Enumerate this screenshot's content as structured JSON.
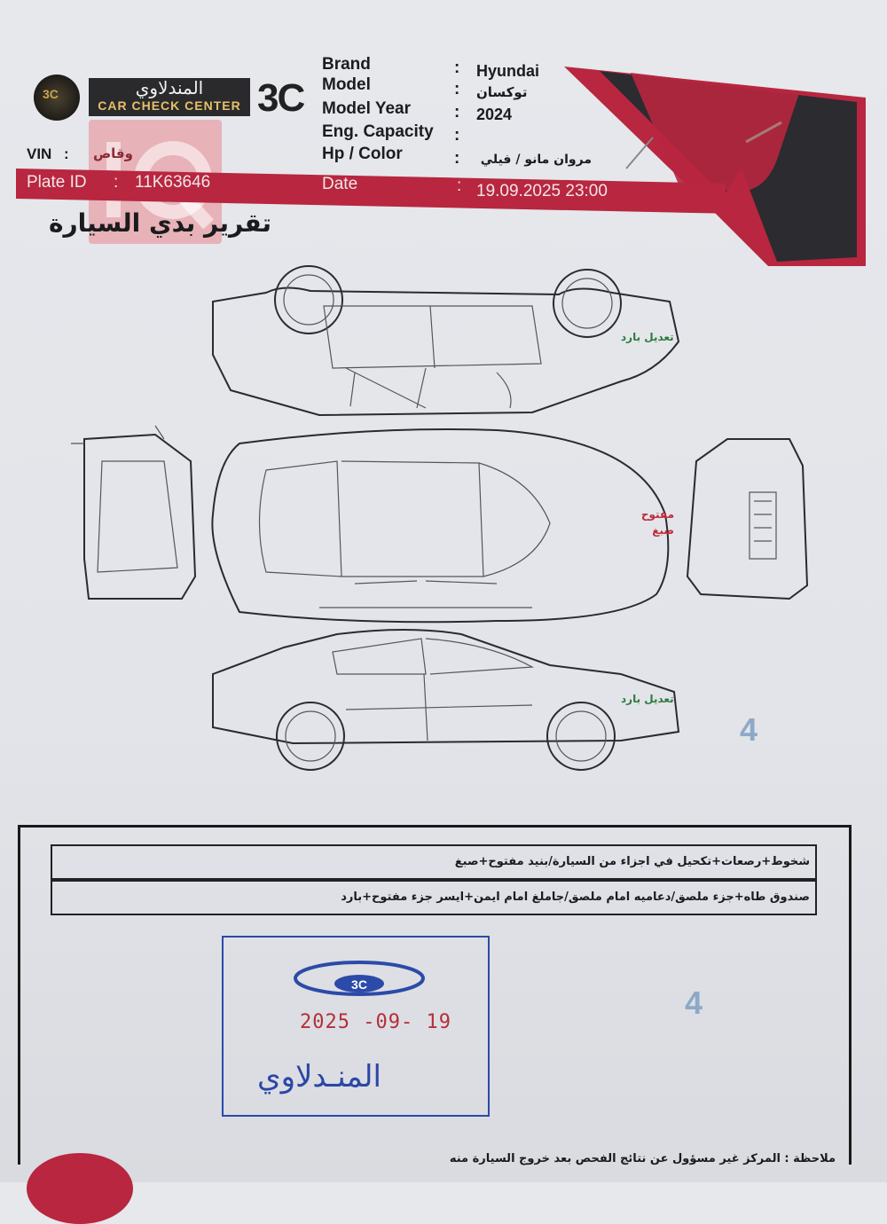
{
  "header": {
    "brand_ar": "المندلاوي",
    "brand_en": "CAR CHECK CENTER",
    "logo_mark": "3C",
    "fields": [
      {
        "label": "Brand",
        "value": "Hyundai"
      },
      {
        "label": "Model",
        "value": "توكسان"
      },
      {
        "label": "Model Year",
        "value": "2024"
      },
      {
        "label": "Eng. Capacity",
        "value": ""
      },
      {
        "label": "Hp / Color",
        "value": "مروان مانو / فيلي"
      }
    ],
    "vin_label": "VIN",
    "vin_value": "وقاص",
    "plate_label": "Plate ID",
    "plate_value": "11K63646",
    "date_label": "Date",
    "date_value": "19.09.2025 23:00",
    "colon": ":"
  },
  "watermark": "IQ",
  "report_title": "تقرير بدي السيارة",
  "diagram_notes": {
    "top_side": "تعديل بارد",
    "top_view_1": "مفتوح",
    "top_view_2": "صبغ",
    "bottom_side": "تعديل بارد"
  },
  "page_marker_1": "4",
  "page_marker_2": "4",
  "colors": {
    "accent_red": "#b8263f",
    "dark": "#2a2a2c",
    "note_green": "#2f7a3e",
    "note_red": "#c0283a",
    "stamp_blue": "#2c4aa8"
  },
  "remarks": [
    "شخوط+رصعات+تكحيل في اجزاء من السيارة/بنيد مفتوح+صبغ",
    "صندوق طاه+جزء ملصق/دعاميه امام ملصق/جاملغ امام ايمن+ايسر جزء مفتوح+بارد"
  ],
  "stamp": {
    "logo": "3C",
    "date": "2025 -09- 19",
    "name": "المنـدلاوي"
  },
  "footer_note": {
    "line1": "ملاحظة : المركز غير مسؤول عن نتائج الفحص بعد خروج السيارة منه"
  }
}
